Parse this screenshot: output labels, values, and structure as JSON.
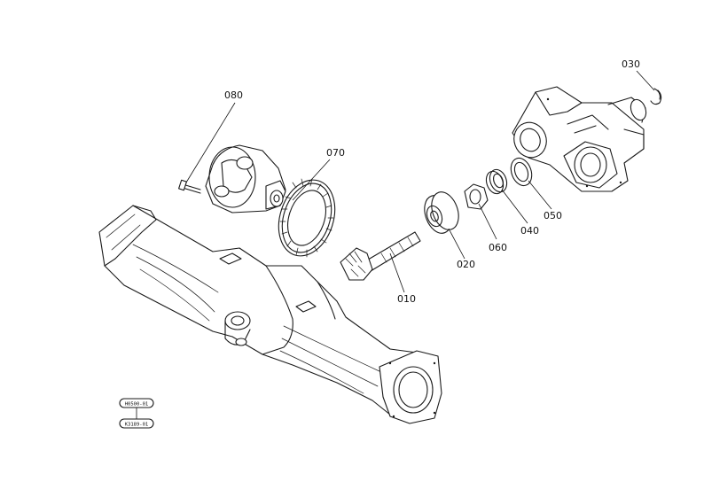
{
  "callouts": [
    {
      "id": "p010",
      "text": "010"
    },
    {
      "id": "p020",
      "text": "020"
    },
    {
      "id": "p030",
      "text": "030"
    },
    {
      "id": "p040",
      "text": "040"
    },
    {
      "id": "p050",
      "text": "050"
    },
    {
      "id": "p060",
      "text": "060"
    },
    {
      "id": "p070",
      "text": "070"
    },
    {
      "id": "p080",
      "text": "080"
    }
  ],
  "stamp": {
    "top": "H0500-01",
    "bottom": "K3189-01"
  }
}
